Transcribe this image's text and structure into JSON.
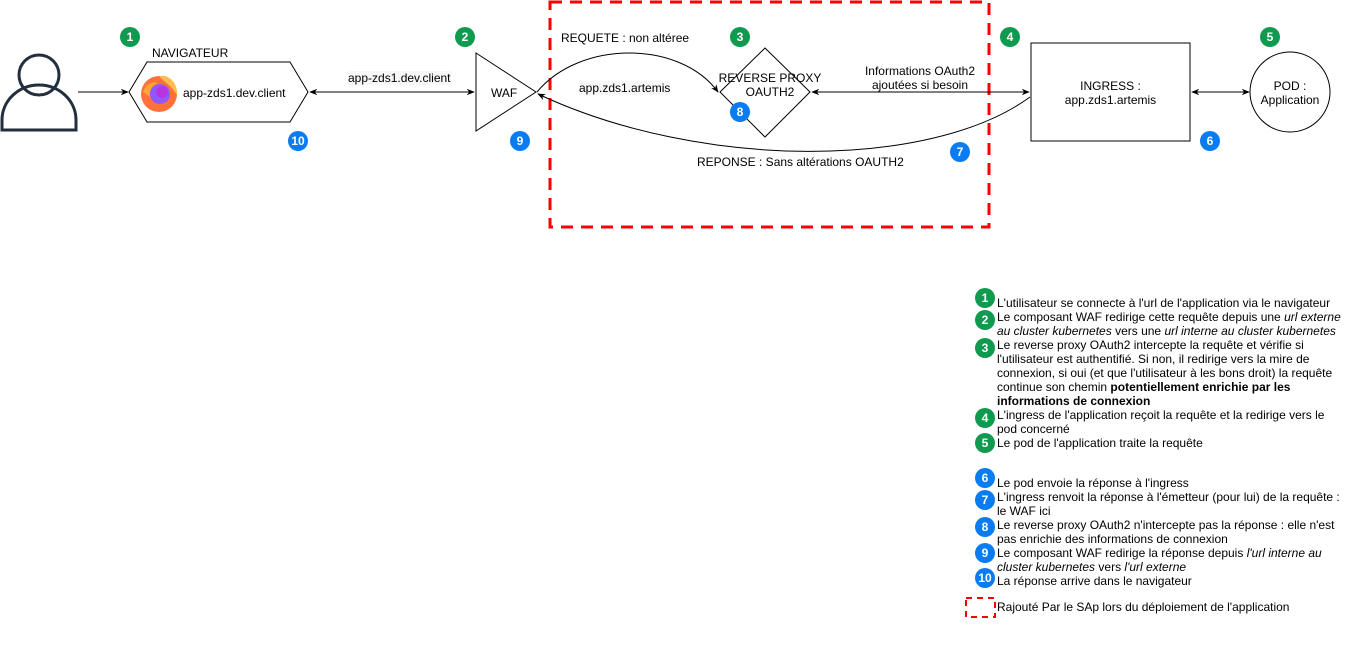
{
  "diagram": {
    "user": {
      "icon": "user-icon"
    },
    "browser": {
      "title": "NAVIGATEUR",
      "label": "app-zds1.dev.client",
      "icon": "firefox-icon"
    },
    "link_browser_waf": {
      "label": "app-zds1.dev.client"
    },
    "waf": {
      "label": "WAF"
    },
    "request_curve": {
      "label": "REQUETE : non altéree"
    },
    "internal_url": {
      "label": "app.zds1.artemis"
    },
    "reverse_proxy": {
      "line1": "REVERSE PROXY",
      "line2": "OAUTH2"
    },
    "oauth_info": {
      "line1": "Informations OAuth2",
      "line2": "ajoutées si besoin"
    },
    "response_curve": {
      "label": "REPONSE : Sans altérations OAUTH2"
    },
    "ingress": {
      "line1": "INGRESS :",
      "line2": "app.zds1.artemis"
    },
    "pod": {
      "line1": "POD :",
      "line2": "Application"
    },
    "sap_zone": {
      "color": "#ff0000"
    },
    "badges": {
      "b1": "1",
      "b2": "2",
      "b3": "3",
      "b4": "4",
      "b5": "5",
      "b6": "6",
      "b7": "7",
      "b8": "8",
      "b9": "9",
      "b10": "10"
    },
    "colors": {
      "request_step": "#109a4f",
      "response_step": "#0a7cf2",
      "zone": "#ff0000"
    }
  },
  "legend": {
    "items": [
      {
        "num": "1",
        "phase": "request",
        "parts": [
          {
            "t": "L'utilisateur se connecte à l'url de l'application via le navigateur",
            "s": "normal"
          }
        ]
      },
      {
        "num": "2",
        "phase": "request",
        "parts": [
          {
            "t": "Le composant WAF redirige cette requête depuis une ",
            "s": "normal"
          },
          {
            "t": "url externe au cluster kubernetes",
            "s": "italic"
          },
          {
            "t": " vers une ",
            "s": "normal"
          },
          {
            "t": "url interne au cluster kubernetes",
            "s": "italic"
          }
        ]
      },
      {
        "num": "3",
        "phase": "request",
        "parts": [
          {
            "t": "Le reverse proxy OAuth2 intercepte la requête et vérifie si l'utilisateur est authentifié. Si non, il redirige vers la mire de connexion, si oui (et que l'utilisateur à les bons droit) la requête continue son chemin ",
            "s": "normal"
          },
          {
            "t": "potentiellement enrichie par les informations de connexion",
            "s": "bold"
          }
        ]
      },
      {
        "num": "4",
        "phase": "request",
        "parts": [
          {
            "t": "L'ingress de l'application reçoit la requête et la redirige vers le pod concerné",
            "s": "normal"
          }
        ]
      },
      {
        "num": "5",
        "phase": "request",
        "parts": [
          {
            "t": "Le pod de l'application traite la requête",
            "s": "normal"
          }
        ]
      },
      {
        "num": "6",
        "phase": "response",
        "parts": [
          {
            "t": "Le pod envoie la réponse à l'ingress",
            "s": "normal"
          }
        ]
      },
      {
        "num": "7",
        "phase": "response",
        "parts": [
          {
            "t": "L'ingress renvoit la réponse à l'émetteur (pour lui) de la requête : le WAF ici",
            "s": "normal"
          }
        ]
      },
      {
        "num": "8",
        "phase": "response",
        "parts": [
          {
            "t": "Le reverse proxy OAuth2 n'intercepte pas la réponse : elle n'est pas enrichie des informations de connexion",
            "s": "normal"
          }
        ]
      },
      {
        "num": "9",
        "phase": "response",
        "parts": [
          {
            "t": "Le composant WAF redirige la réponse depuis ",
            "s": "normal"
          },
          {
            "t": "l'url interne au cluster kubernetes",
            "s": "italic"
          },
          {
            "t": " vers ",
            "s": "normal"
          },
          {
            "t": "l'url externe",
            "s": "italic"
          }
        ]
      },
      {
        "num": "10",
        "phase": "response",
        "parts": [
          {
            "t": "La réponse arrive dans le navigateur",
            "s": "normal"
          }
        ]
      }
    ],
    "zone_note": "Rajouté Par le SAp lors du déploiement de l'application"
  }
}
